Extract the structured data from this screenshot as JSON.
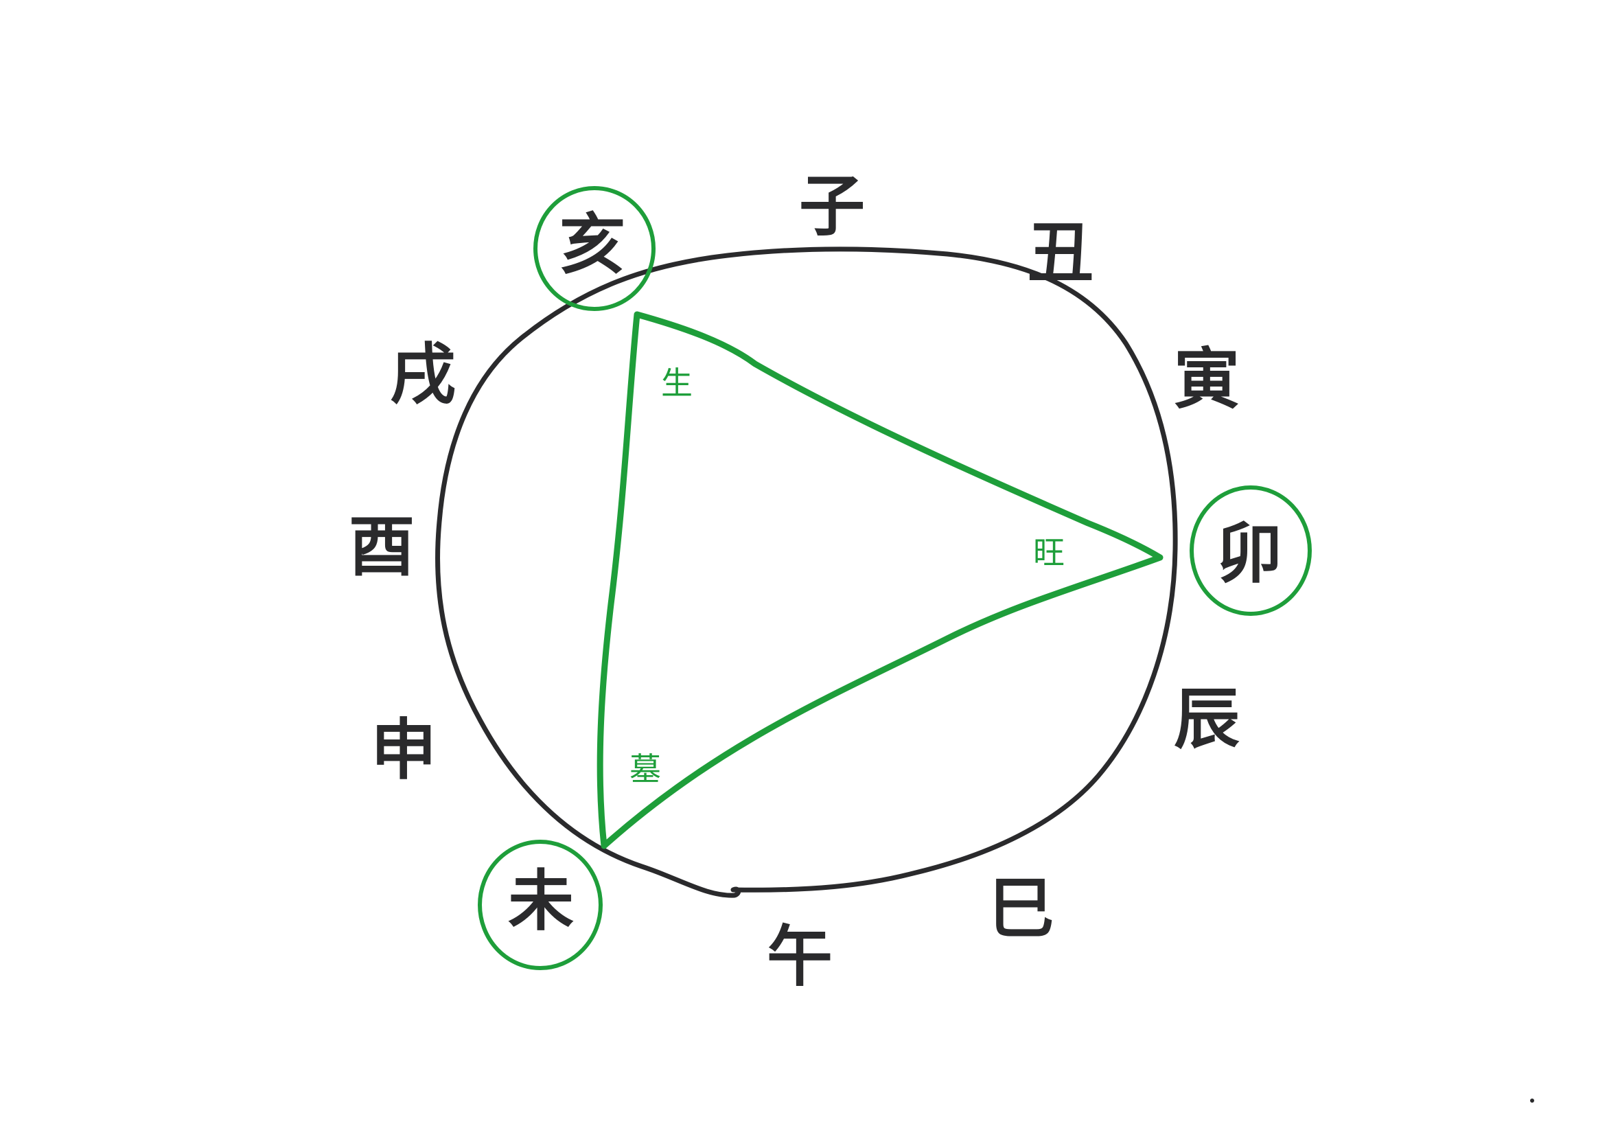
{
  "colors": {
    "ink": "#2a2a2c",
    "green": "#1e9e3a",
    "background": "#ffffff"
  },
  "branches": [
    {
      "id": "zi",
      "label": "子",
      "circled": false
    },
    {
      "id": "chou",
      "label": "丑",
      "circled": false
    },
    {
      "id": "yin",
      "label": "寅",
      "circled": false
    },
    {
      "id": "mao",
      "label": "卯",
      "circled": true
    },
    {
      "id": "chen",
      "label": "辰",
      "circled": false
    },
    {
      "id": "si",
      "label": "巳",
      "circled": false
    },
    {
      "id": "wu",
      "label": "午",
      "circled": false
    },
    {
      "id": "wei",
      "label": "未",
      "circled": true
    },
    {
      "id": "shen",
      "label": "申",
      "circled": false
    },
    {
      "id": "you",
      "label": "酉",
      "circled": false
    },
    {
      "id": "xu",
      "label": "戌",
      "circled": false
    },
    {
      "id": "hai",
      "label": "亥",
      "circled": true
    }
  ],
  "triangle_labels": {
    "birth": "生",
    "peak": "旺",
    "tomb": "墓"
  }
}
